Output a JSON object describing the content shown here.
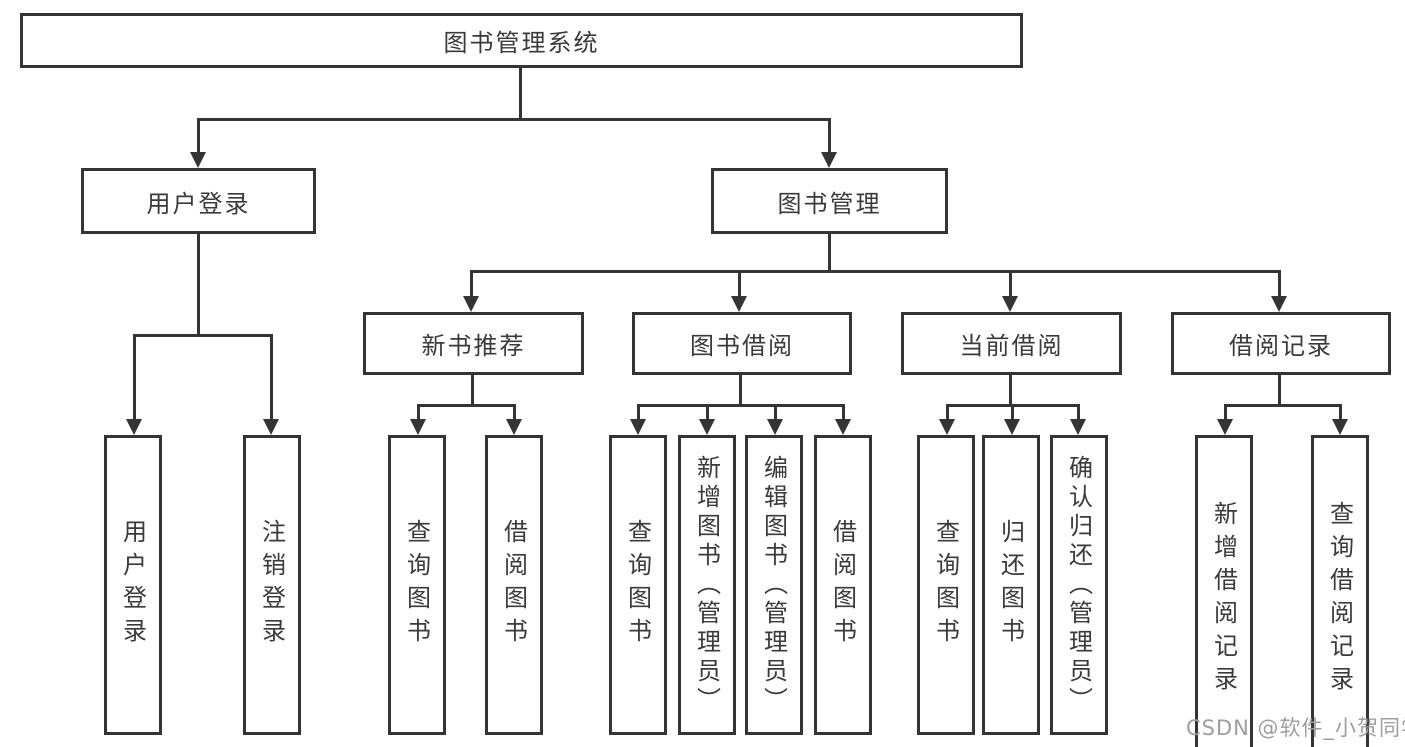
{
  "diagram": {
    "root": {
      "label": "图书管理系统"
    },
    "level2": {
      "user_login": {
        "label": "用户登录"
      },
      "book_mgmt": {
        "label": "图书管理"
      }
    },
    "level3": {
      "new_books": {
        "label": "新书推荐"
      },
      "book_borrow": {
        "label": "图书借阅"
      },
      "current_borrow": {
        "label": "当前借阅"
      },
      "borrow_records": {
        "label": "借阅记录"
      }
    },
    "leaves": {
      "user_login": {
        "label": "用户登录"
      },
      "logout": {
        "label": "注销登录"
      },
      "nb_search_book": {
        "label": "查询图书"
      },
      "nb_borrow_book": {
        "label": "借阅图书"
      },
      "bb_search_book": {
        "label": "查询图书"
      },
      "bb_add_book": {
        "label": "新增图书（管理员）"
      },
      "bb_edit_book": {
        "label": "编辑图书（管理员）"
      },
      "bb_borrow_book": {
        "label": "借阅图书"
      },
      "cb_search_book": {
        "label": "查询图书"
      },
      "cb_return_book": {
        "label": "归还图书"
      },
      "cb_confirm_return": {
        "label": "确认归还（管理员）"
      },
      "br_add_record": {
        "label": "新增借阅记录"
      },
      "br_search_record": {
        "label": "查询借阅记录"
      }
    },
    "watermark": {
      "text": "CSDN @软件_小贺同学"
    },
    "colors": {
      "line": "#343434",
      "text": "#3a3a3a",
      "box_background": "#ffffff",
      "watermark_text": "#9e9e9e"
    }
  }
}
